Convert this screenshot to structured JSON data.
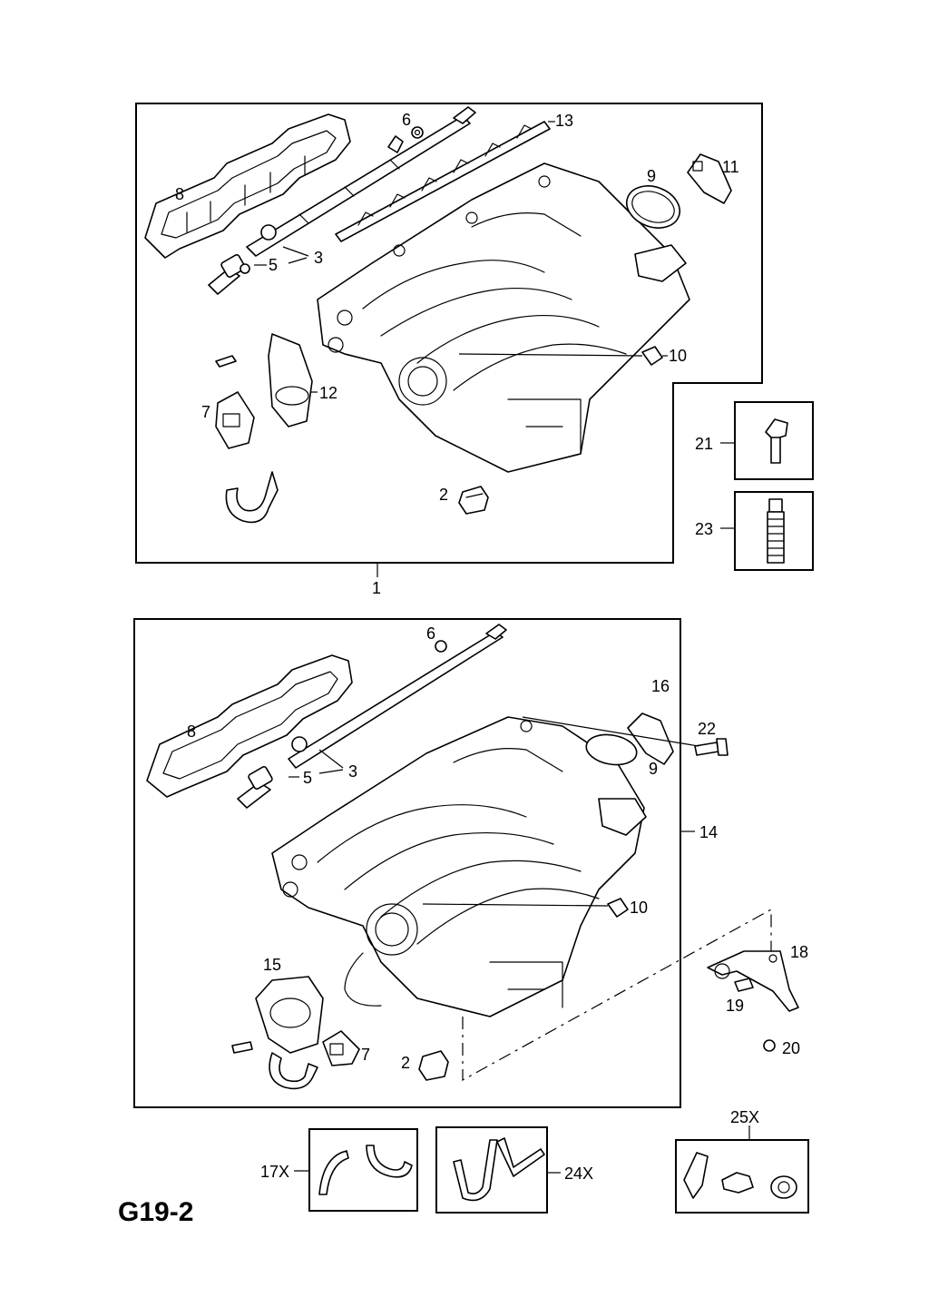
{
  "diagram_code": "G19-2",
  "colors": {
    "line": "#000000",
    "background": "#ffffff"
  },
  "callouts": {
    "top": {
      "c1": "1",
      "c2": "2",
      "c3": "3",
      "c5": "5",
      "c6": "6",
      "c7": "7",
      "c8": "8",
      "c9": "9",
      "c10": "10",
      "c11": "11",
      "c12": "12",
      "c13": "13",
      "c21": "21",
      "c23": "23"
    },
    "bottom": {
      "c2": "2",
      "c3": "3",
      "c5": "5",
      "c6": "6",
      "c7": "7",
      "c8": "8",
      "c9": "9",
      "c10": "10",
      "c14": "14",
      "c15": "15",
      "c16": "16",
      "c18": "18",
      "c19": "19",
      "c20": "20",
      "c22": "22"
    },
    "kits": {
      "k17": "17X",
      "k24": "24X",
      "k25": "25X"
    }
  }
}
